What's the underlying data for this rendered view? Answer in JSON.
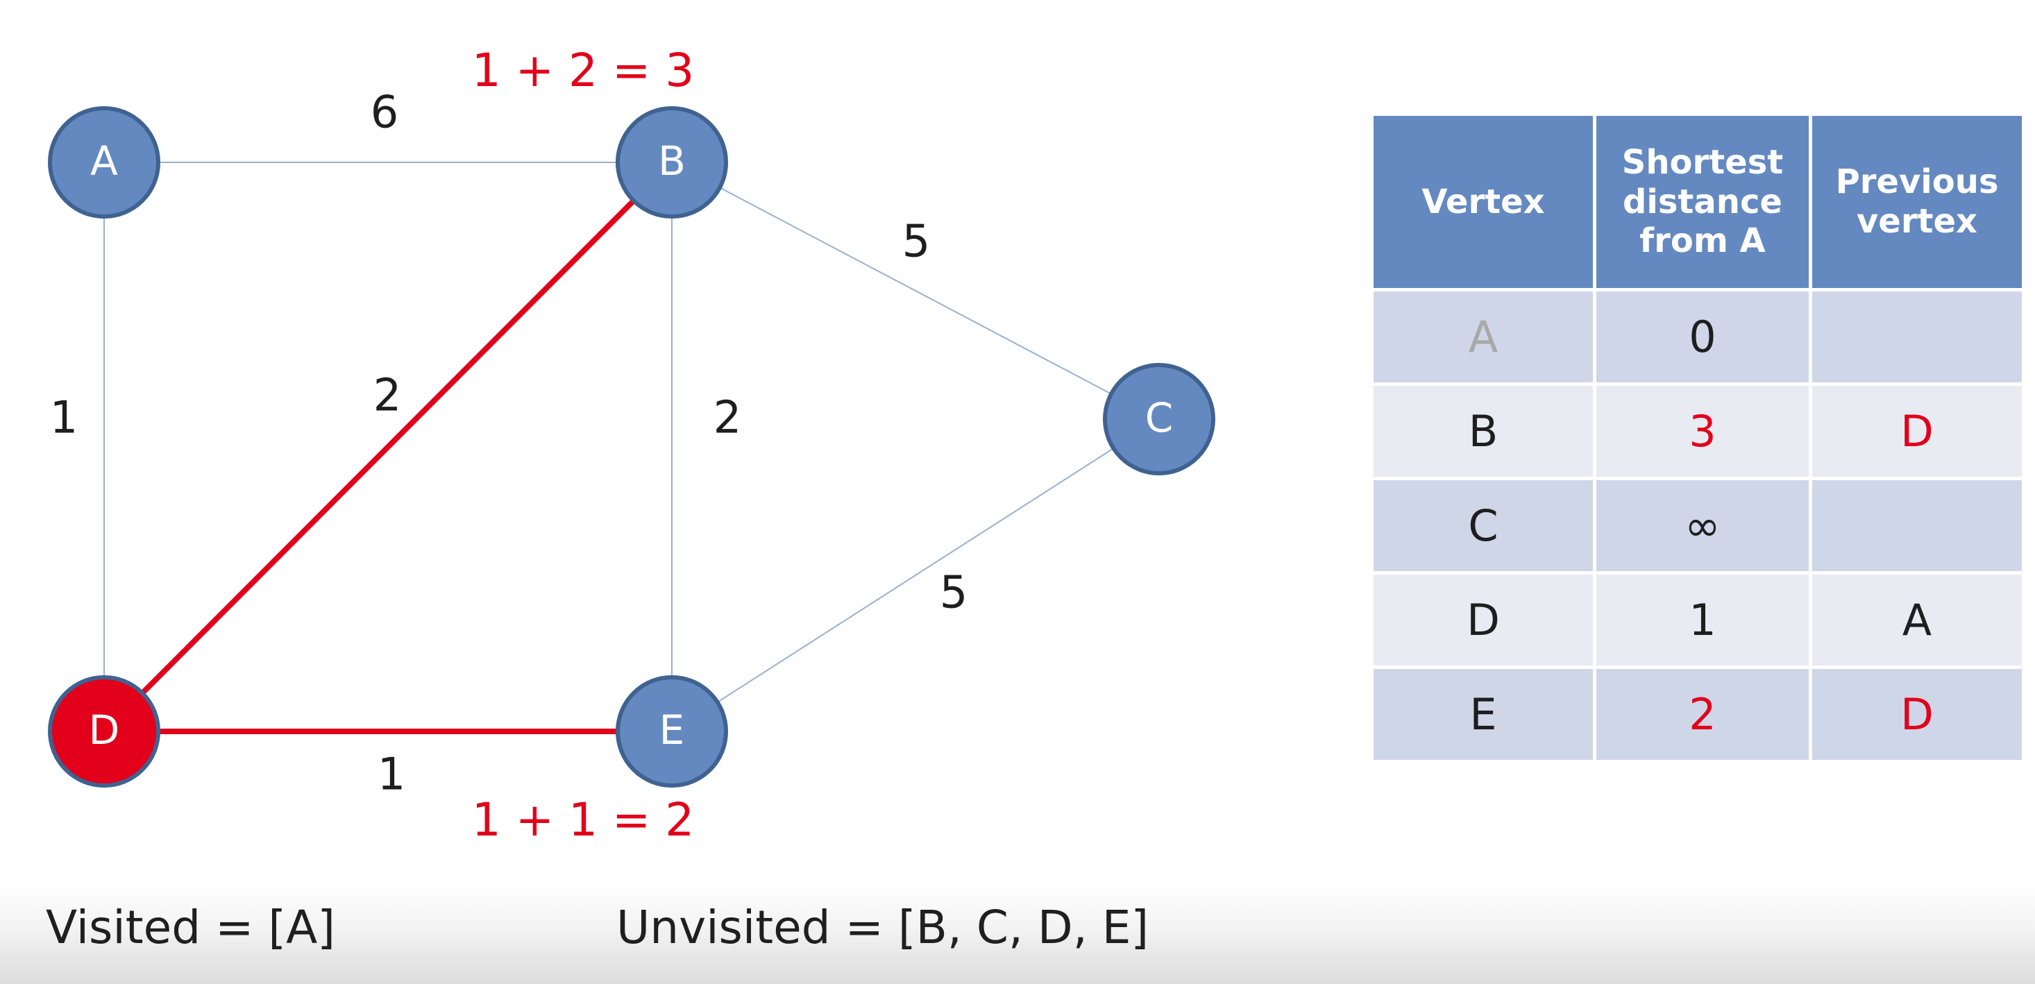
{
  "graph": {
    "nodes": [
      {
        "id": "A",
        "label": "A",
        "visited": false
      },
      {
        "id": "B",
        "label": "B",
        "visited": false
      },
      {
        "id": "C",
        "label": "C",
        "visited": false
      },
      {
        "id": "D",
        "label": "D",
        "current": true
      },
      {
        "id": "E",
        "label": "E",
        "visited": false
      }
    ],
    "edges": [
      {
        "from": "A",
        "to": "B",
        "weight": "6",
        "highlight": false
      },
      {
        "from": "A",
        "to": "D",
        "weight": "1",
        "highlight": false
      },
      {
        "from": "B",
        "to": "D",
        "weight": "2",
        "highlight": true
      },
      {
        "from": "B",
        "to": "E",
        "weight": "2",
        "highlight": false
      },
      {
        "from": "B",
        "to": "C",
        "weight": "5",
        "highlight": false
      },
      {
        "from": "C",
        "to": "E",
        "weight": "5",
        "highlight": false
      },
      {
        "from": "D",
        "to": "E",
        "weight": "1",
        "highlight": true
      }
    ],
    "annotations": {
      "B": "1 + 2 = 3",
      "E": "1 + 1 = 2"
    }
  },
  "table": {
    "headers": {
      "vertex": "Vertex",
      "distance": [
        "Shortest",
        "distance",
        "from A"
      ],
      "previous": [
        "Previous",
        "vertex"
      ]
    },
    "rows": [
      {
        "vertex": "A",
        "distance": "0",
        "previous": "",
        "vertex_muted": true,
        "updated": false
      },
      {
        "vertex": "B",
        "distance": "3",
        "previous": "D",
        "vertex_muted": false,
        "updated": true
      },
      {
        "vertex": "C",
        "distance": "∞",
        "previous": "",
        "vertex_muted": false,
        "updated": false
      },
      {
        "vertex": "D",
        "distance": "1",
        "previous": "A",
        "vertex_muted": false,
        "updated": false
      },
      {
        "vertex": "E",
        "distance": "2",
        "previous": "D",
        "vertex_muted": false,
        "updated": true
      }
    ]
  },
  "footer": {
    "visited": "Visited = [A]",
    "unvisited": "Unvisited = [B, C, D, E]"
  },
  "colors": {
    "node_fill": "#6489c0",
    "node_stroke": "#3f6291",
    "current_fill": "#e2001a",
    "highlight_edge": "#e2001a",
    "edge": "#9ab0d0",
    "header_fill": "#6489c0",
    "row_odd": "#cfd6e8",
    "row_even": "#e9ebf3",
    "annotation": "#e2001a"
  }
}
